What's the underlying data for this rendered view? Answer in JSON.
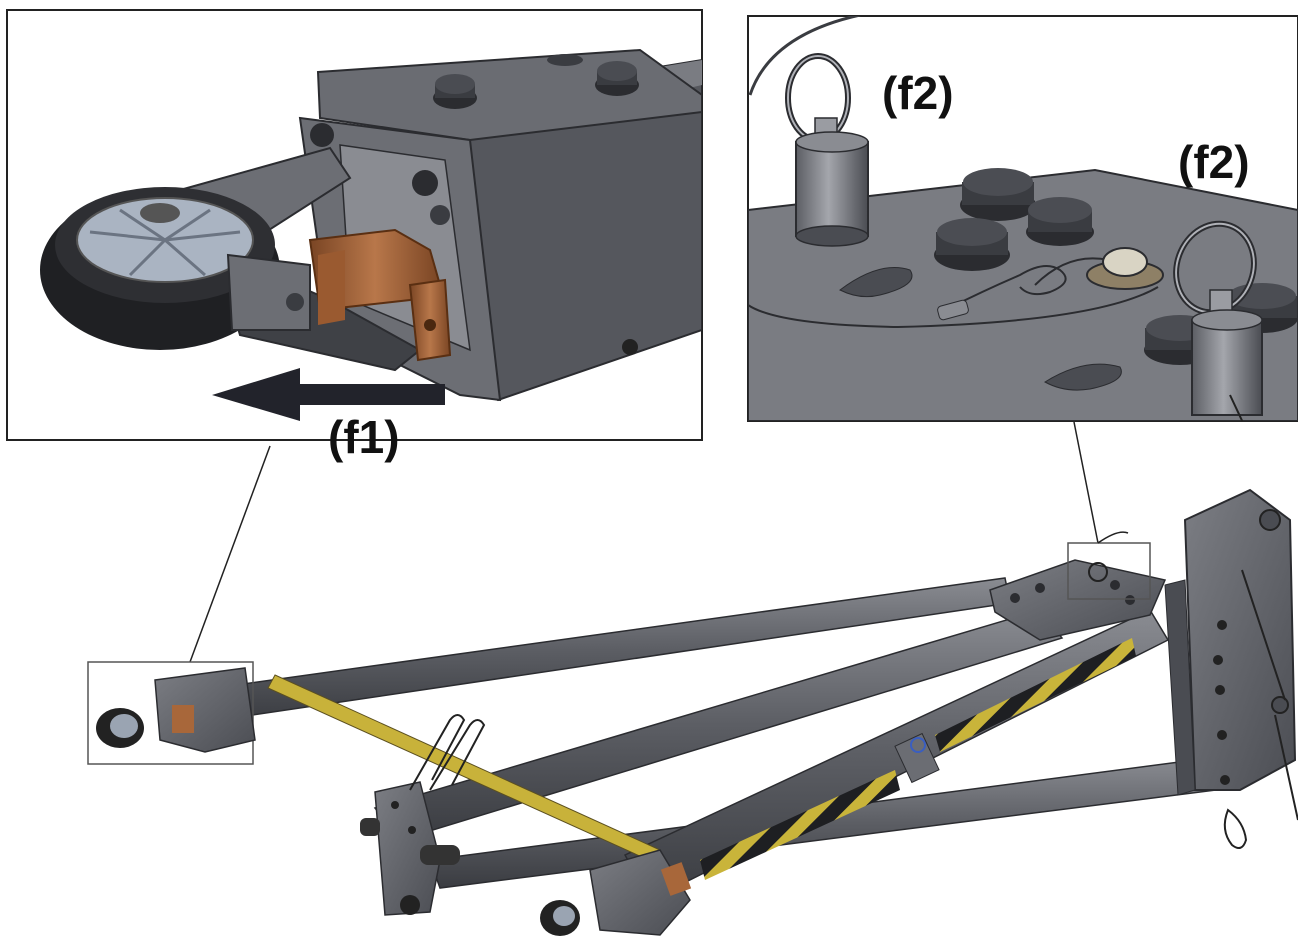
{
  "labels": {
    "f1": "(f1)",
    "f2_top": "(f2)",
    "f2_right": "(f2)"
  },
  "colors": {
    "frame_dark": "#3d3f44",
    "frame_mid": "#5a5c62",
    "frame_light": "#8a8c92",
    "bracket_copper": "#a8673a",
    "safety_yellow": "#d9c23a",
    "arrow": "#22232b",
    "inset_border": "#222222"
  },
  "icons": {
    "direction_arrow": "left-arrow-icon",
    "wheel": "caster-wheel-icon",
    "pin": "ring-pin-icon"
  }
}
